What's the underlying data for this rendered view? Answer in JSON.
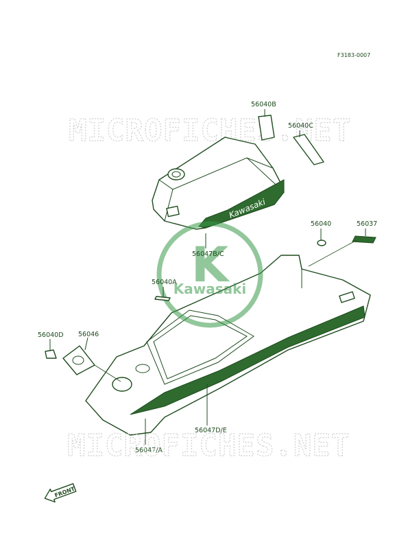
{
  "figure": {
    "ref_code": "F3183-0007",
    "front_arrow_label": "FRONT"
  },
  "watermark": {
    "site_text": "MICROFICHES.NET",
    "logo_text": "Kawasaki",
    "logo_letter": "K",
    "color": "#3a9a4a"
  },
  "decal_text": "Kawasaki",
  "parts": [
    {
      "id": "p1",
      "label": "56040B"
    },
    {
      "id": "p2",
      "label": "56040C"
    },
    {
      "id": "p3",
      "label": "56040"
    },
    {
      "id": "p4",
      "label": "56037"
    },
    {
      "id": "p5",
      "label": "56047B/C"
    },
    {
      "id": "p6",
      "label": "56040A"
    },
    {
      "id": "p7",
      "label": "56040D"
    },
    {
      "id": "p8",
      "label": "56046"
    },
    {
      "id": "p9",
      "label": "56047D/E"
    },
    {
      "id": "p10",
      "label": "56047/A"
    }
  ],
  "colors": {
    "line": "#1d4a1d",
    "decal_fill": "#2f6b2f",
    "watermark_gray": "#d4d4d4"
  }
}
